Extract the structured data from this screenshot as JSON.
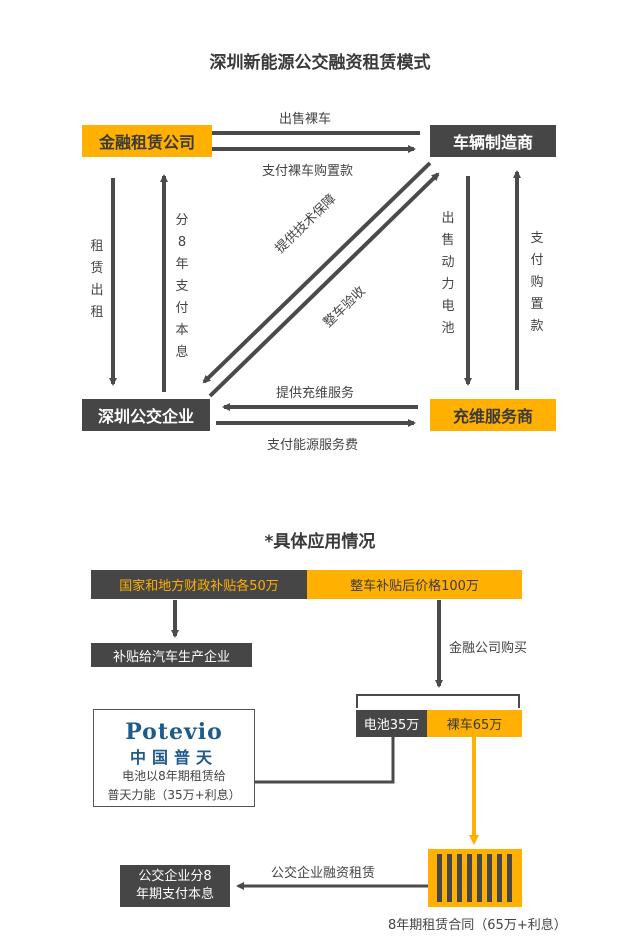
{
  "diagram1": {
    "title": "深圳新能源公交融资租赁模式",
    "nodes": {
      "finance": "金融租赁公司",
      "manufacturer": "车辆制造商",
      "bus": "深圳公交企业",
      "service": "充维服务商"
    },
    "edges": {
      "sell_bare": "出售裸车",
      "pay_bare": "支付裸车购置款",
      "lease_out": "租赁出租",
      "pay_8y": "分8年支付本息",
      "tech_support": "提供技术保障",
      "acceptance": "整车验收",
      "sell_battery": "出售动力电池",
      "pay_purchase": "支付购置款",
      "provide_service": "提供充维服务",
      "pay_energy": "支付能源服务费"
    }
  },
  "diagram2": {
    "title": "*具体应用情况",
    "subsidy": "国家和地方财政补贴各50万",
    "price_after": "整车补贴后价格100万",
    "subsidy_to": "补贴给汽车生产企业",
    "finance_buy": "金融公司购买",
    "battery": "电池35万",
    "bare_car": "裸车65万",
    "logo_en": "Potevio",
    "logo_cn": "中国普天",
    "potevio_text_1": "电池以8年期租赁给",
    "potevio_text_2": "普天力能（35万+利息）",
    "bus_pay_1": "公交企业分8",
    "bus_pay_2": "年期支付本息",
    "bus_lease": "公交企业融资租赁",
    "contract": "8年期租赁合同（65万+利息）"
  },
  "colors": {
    "yellow": "#FFB000",
    "dark": "#464646",
    "arrow": "#4a4a4a"
  }
}
